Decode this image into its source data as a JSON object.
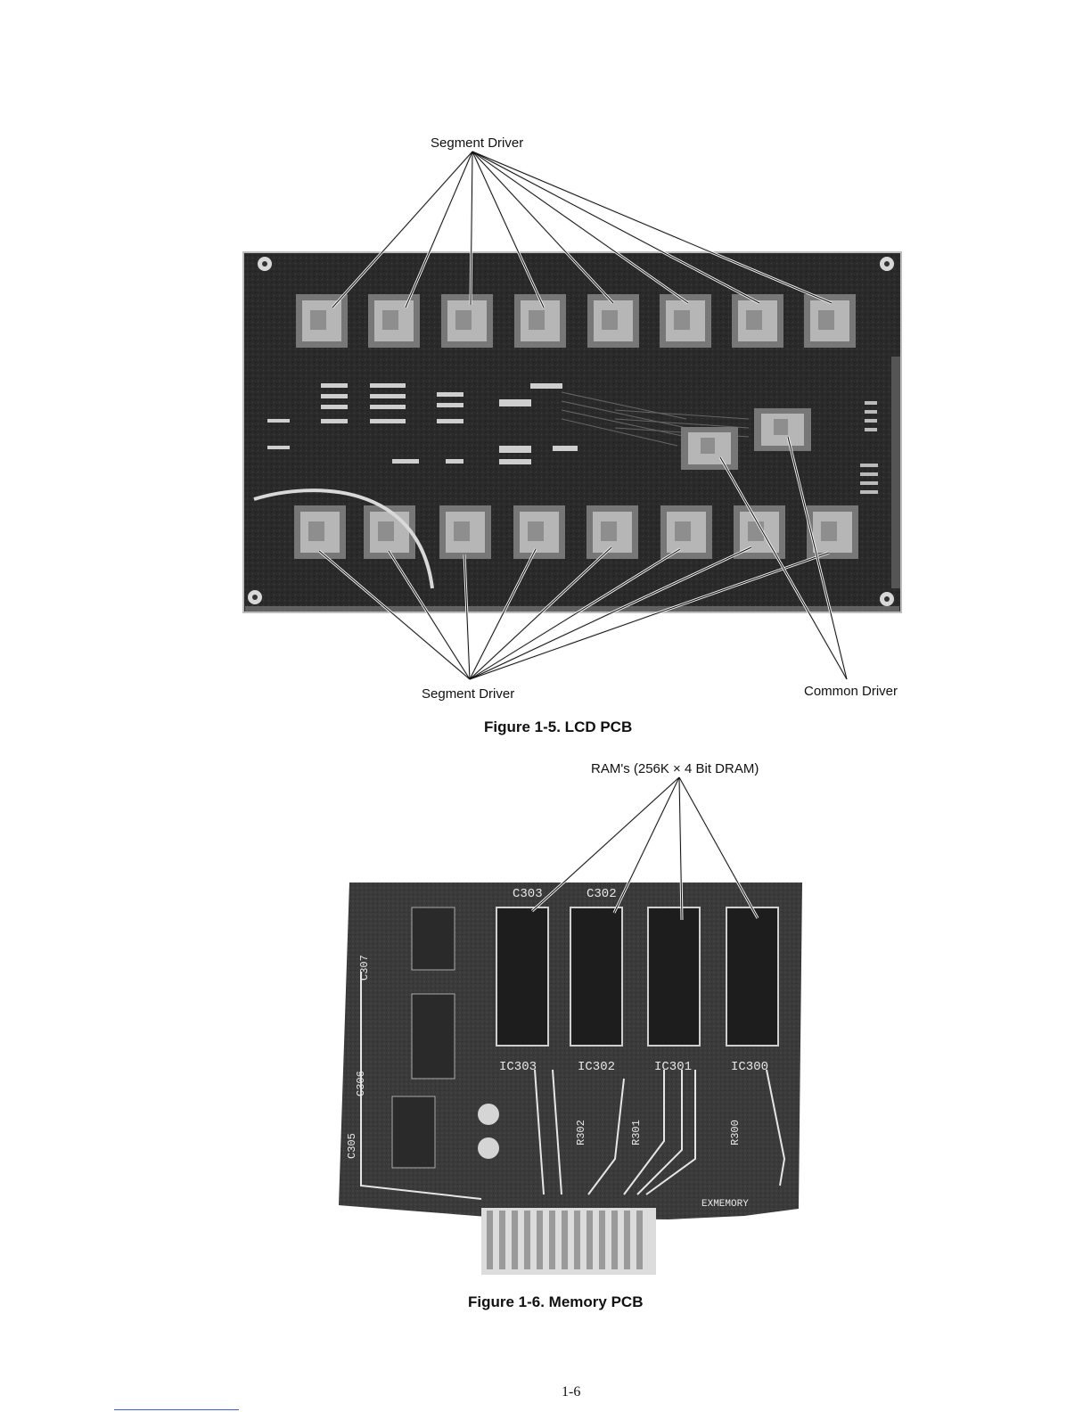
{
  "figure_lcd": {
    "top_label": "Segment Driver",
    "bottom_label": "Segment Driver",
    "common_label": "Common Driver",
    "caption": "Figure 1-5. LCD PCB"
  },
  "figure_memory": {
    "ram_label": "RAM's (256K × 4 Bit DRAM)",
    "caption": "Figure 1-6. Memory PCB",
    "silkscreen": {
      "c303": "C303",
      "c302": "C302",
      "ic303": "IC303",
      "ic302": "IC302",
      "ic301": "IC301",
      "ic300": "IC300",
      "r302": "R302",
      "r301": "R301",
      "r300": "R300",
      "c307": "C307",
      "c306": "C306",
      "c305": "C305",
      "board": "EXMEMORY"
    }
  },
  "page_number": "1-6"
}
